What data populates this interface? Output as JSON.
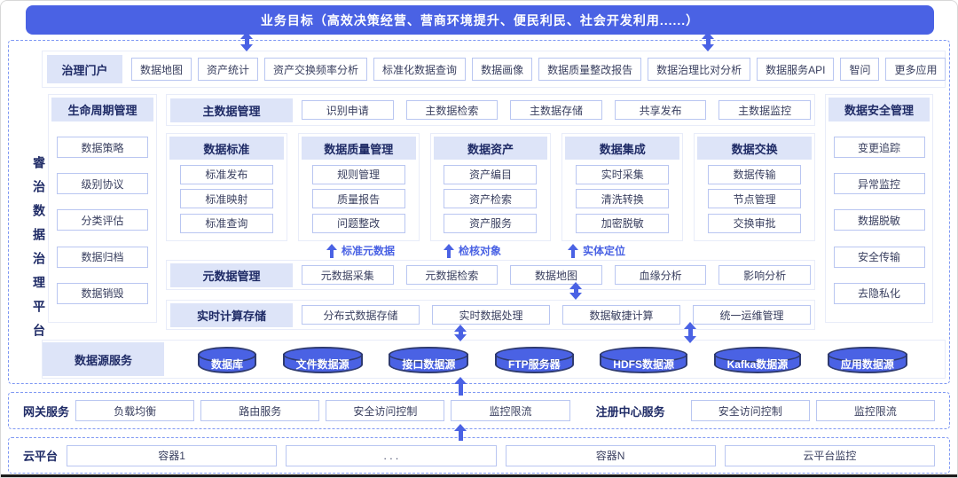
{
  "business_goal": "业务目标（高效决策经营、营商环境提升、便民利民、社会开发利用......）",
  "platform_title": "睿治数据治理平台",
  "portal": {
    "label": "治理门户",
    "items": [
      "数据地图",
      "资产统计",
      "资产交换频率分析",
      "标准化数据查询",
      "数据画像",
      "数据质量整改报告",
      "数据治理比对分析",
      "数据服务API",
      "智问",
      "更多应用"
    ]
  },
  "lifecycle": {
    "label": "生命周期管理",
    "items": [
      "数据策略",
      "级别协议",
      "分类评估",
      "数据归档",
      "数据销毁"
    ]
  },
  "master_data": {
    "label": "主数据管理",
    "items": [
      "识别申请",
      "主数据检索",
      "主数据存储",
      "共享发布",
      "主数据监控"
    ]
  },
  "columns": [
    {
      "label": "数据标准",
      "items": [
        "标准发布",
        "标准映射",
        "标准查询"
      ]
    },
    {
      "label": "数据质量管理",
      "items": [
        "规则管理",
        "质量报告",
        "问题整改"
      ]
    },
    {
      "label": "数据资产",
      "items": [
        "资产编目",
        "资产检索",
        "资产服务"
      ]
    },
    {
      "label": "数据集成",
      "items": [
        "实时采集",
        "清洗转换",
        "加密脱敏"
      ]
    },
    {
      "label": "数据交换",
      "items": [
        "数据传输",
        "节点管理",
        "交换审批"
      ]
    }
  ],
  "security": {
    "label": "数据安全管理",
    "items": [
      "变更追踪",
      "异常监控",
      "数据脱敏",
      "安全传输",
      "去隐私化"
    ]
  },
  "annotations": [
    "标准元数据",
    "检核对象",
    "实体定位"
  ],
  "metadata": {
    "label": "元数据管理",
    "items": [
      "元数据采集",
      "元数据检索",
      "数据地图",
      "血缘分析",
      "影响分析"
    ]
  },
  "realtime": {
    "label": "实时计算存储",
    "items": [
      "分布式数据存储",
      "实时数据处理",
      "数据敏捷计算",
      "统一运维管理"
    ]
  },
  "datasource": {
    "label": "数据源服务",
    "items": [
      "数据库",
      "文件数据源",
      "接口数据源",
      "FTP服务器",
      "HDFS数据源",
      "Kafka数据源",
      "应用数据源"
    ]
  },
  "gateway": {
    "label": "网关服务",
    "items": [
      "负载均衡",
      "路由服务",
      "安全访问控制",
      "监控限流"
    ],
    "registry_label": "注册中心服务",
    "registry_items": [
      "安全访问控制",
      "监控限流"
    ]
  },
  "cloud": {
    "label": "云平台",
    "items": [
      "容器1",
      ". . .",
      "容器N",
      "云平台监控"
    ]
  },
  "colors": {
    "primary_blue": "#4a62e4",
    "header_bg": "#dde4f8",
    "header_text": "#1f2b66",
    "item_border": "#b9c6f1",
    "dashed_border": "#7f98f3",
    "cylinder_border": "#2f3b70"
  }
}
